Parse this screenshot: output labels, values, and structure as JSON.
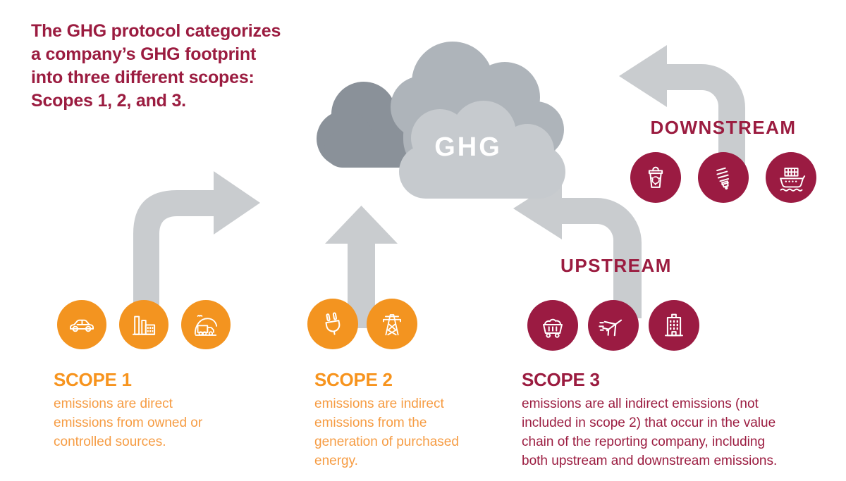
{
  "colors": {
    "maroon": "#9B1C40",
    "maroon_circle": "#9B1B42",
    "orange_circle": "#F39420",
    "orange_heading": "#F7941E",
    "orange_body": "#F69C43",
    "arrow_gray": "#C9CCCF",
    "cloud_back": "#8A9199",
    "cloud_mid": "#AEB4BA",
    "cloud_front": "#C6CACE",
    "icon_stroke": "#FFFFFF"
  },
  "header": {
    "title_lines": [
      "The GHG protocol categorizes",
      "a company’s GHG footprint",
      "into three different scopes:",
      "Scopes 1, 2, and 3."
    ]
  },
  "cloud": {
    "label": "GHG"
  },
  "flows": {
    "downstream": {
      "label": "DOWNSTREAM",
      "icons": [
        "recycle-bin",
        "cfl-bulb",
        "cargo-ship"
      ]
    },
    "upstream": {
      "label": "UPSTREAM",
      "icons": [
        "mine-cart",
        "airplane",
        "office-building"
      ]
    }
  },
  "scopes": [
    {
      "name": "SCOPE 1",
      "icons": [
        "car",
        "factory",
        "garbage-truck"
      ],
      "description_lines": [
        "emissions are direct",
        "emissions from owned or",
        "controlled sources."
      ]
    },
    {
      "name": "SCOPE 2",
      "icons": [
        "plug",
        "transmission-tower"
      ],
      "description_lines": [
        "emissions are indirect",
        "emissions from the",
        "generation of purchased",
        "energy."
      ]
    },
    {
      "name": "SCOPE 3",
      "icons": [],
      "description_lines": [
        "emissions are all indirect emissions (not",
        "included in scope 2) that occur in the value",
        "chain of the reporting company, including",
        "both upstream and downstream emissions."
      ]
    }
  ]
}
